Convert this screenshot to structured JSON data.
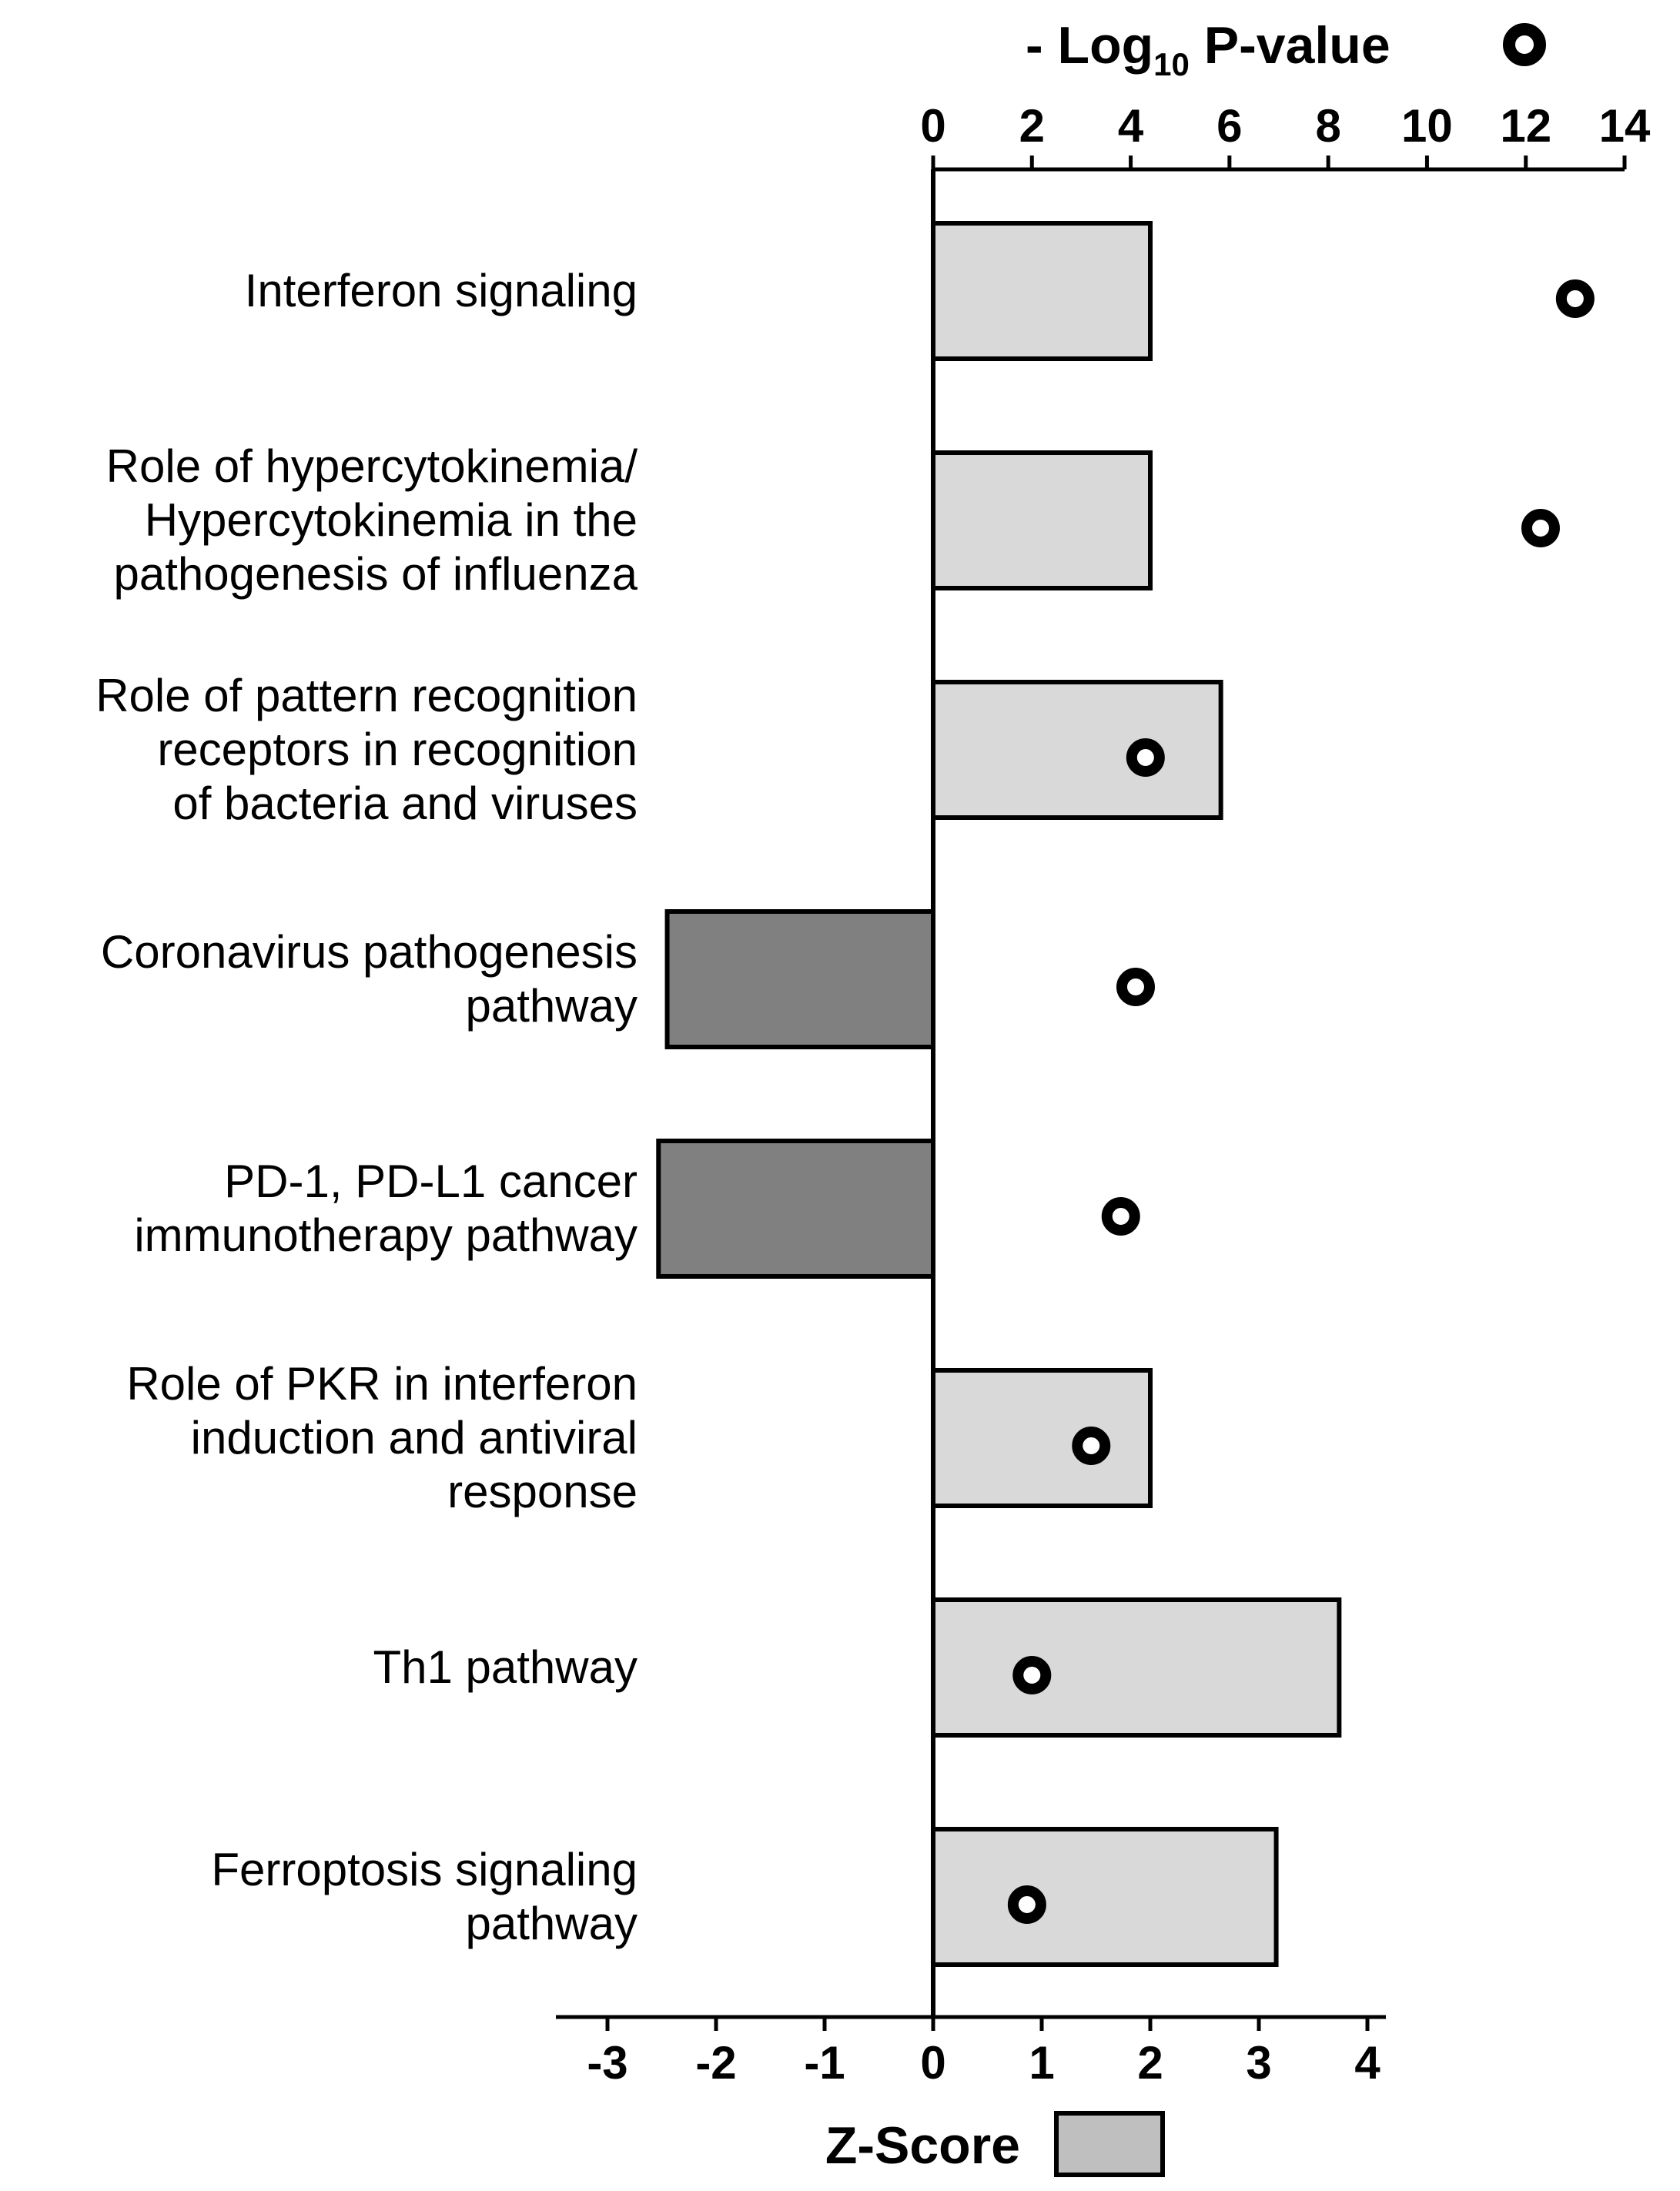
{
  "chart_data": {
    "type": "bar",
    "categories": [
      [
        "Interferon signaling"
      ],
      [
        "Role of hypercytokinemia/",
        "Hypercytokinemia in the",
        "pathogenesis of influenza"
      ],
      [
        "Role of pattern recognition",
        "receptors in recognition",
        "of bacteria and viruses"
      ],
      [
        "Coronavirus pathogenesis",
        "pathway"
      ],
      [
        "PD-1, PD-L1 cancer",
        "immunotherapy pathway"
      ],
      [
        "Role of PKR in interferon",
        "induction and antiviral",
        "response"
      ],
      [
        "Th1 pathway"
      ],
      [
        "Ferroptosis signaling",
        "pathway"
      ]
    ],
    "series": [
      {
        "name": "Z-Score",
        "type": "bar",
        "axis": "bottom",
        "values": [
          2.0,
          2.0,
          2.65,
          -2.45,
          -2.53,
          2.0,
          3.74,
          3.16
        ],
        "colors": [
          "#d9d9d9",
          "#d9d9d9",
          "#d9d9d9",
          "#808080",
          "#808080",
          "#d9d9d9",
          "#d9d9d9",
          "#d9d9d9"
        ]
      },
      {
        "name": "- Log10 P-value",
        "type": "scatter",
        "axis": "top",
        "values": [
          13.0,
          12.3,
          4.3,
          4.1,
          3.8,
          3.2,
          2.0,
          1.9
        ]
      }
    ],
    "x_bottom": {
      "label": "Z-Score",
      "lim": [
        -3.5,
        4.2
      ],
      "ticks": [
        -3,
        -2,
        -1,
        0,
        1,
        2,
        3,
        4
      ]
    },
    "x_top": {
      "label_main": "- Log",
      "label_sub": "10",
      "label_rest": " P-value",
      "lim": [
        0,
        14
      ],
      "ticks": [
        0,
        2,
        4,
        6,
        8,
        10,
        12,
        14
      ]
    },
    "grid": false,
    "legend": "axis titles"
  }
}
